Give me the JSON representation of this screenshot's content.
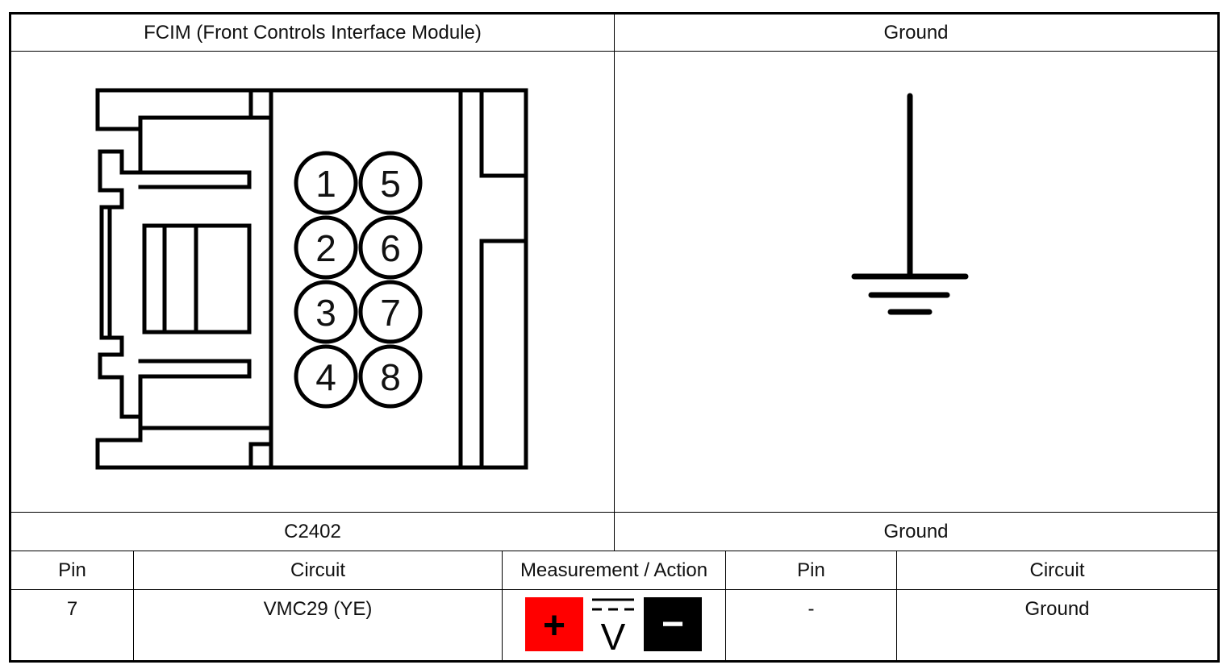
{
  "header": {
    "left_title": "FCIM (Front Controls Interface Module)",
    "right_title": "Ground"
  },
  "connector": {
    "id": "C2402",
    "pins": [
      "1",
      "2",
      "3",
      "4",
      "5",
      "6",
      "7",
      "8"
    ]
  },
  "ground_caption": "Ground",
  "table": {
    "headers": {
      "pin_left": "Pin",
      "circuit_left": "Circuit",
      "measurement": "Measurement / Action",
      "pin_right": "Pin",
      "circuit_right": "Circuit"
    },
    "row": {
      "pin_left": "7",
      "circuit_left": "VMC29 (YE)",
      "pin_right": "-",
      "circuit_right": "Ground"
    }
  },
  "meter": {
    "positive_symbol": "+",
    "voltage_symbol": "V",
    "negative_symbol": "−",
    "positive_color": "#ff0000",
    "negative_color": "#000000"
  }
}
